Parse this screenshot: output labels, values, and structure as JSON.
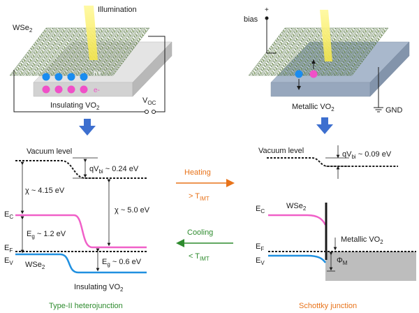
{
  "left_device": {
    "illumination": "Illumination",
    "material_top": "WSe",
    "material_top_sub": "2",
    "substrate_label": "Insulating VO",
    "substrate_sub": "2",
    "voc_main": "V",
    "voc_sub": "OC",
    "hole_symbol": "h+",
    "electron_symbol": "e-"
  },
  "right_device": {
    "bias": "bias",
    "substrate_label": "Metallic VO",
    "substrate_sub": "2",
    "gnd": "GND",
    "plus": "+"
  },
  "left_band": {
    "vacuum_level": "Vacuum level",
    "qvbi_main": "qV",
    "qvbi_sub": "bi",
    "qvbi_val": " ~ 0.24 eV",
    "chi_left": "χ ~ 4.15 eV",
    "chi_right": "χ ~ 5.0 eV",
    "ec": "E",
    "ec_sub": "C",
    "ef": "E",
    "ef_sub": "F",
    "ev": "E",
    "ev_sub": "V",
    "eg_left_main": "E",
    "eg_left_sub": "g",
    "eg_left_val": " ~ 1.2 eV",
    "eg_right_main": "E",
    "eg_right_sub": "g",
    "eg_right_val": " ~ 0.6 eV",
    "wse2": "WSe",
    "wse2_sub": "2",
    "insulating": "Insulating VO",
    "insulating_sub": "2",
    "caption": "Type-II heterojunction"
  },
  "middle": {
    "heating": "Heating",
    "heating_cond": "> T",
    "heating_sub": "IMT",
    "cooling": "Cooling",
    "cooling_cond": "< T",
    "cooling_sub": "IMT"
  },
  "right_band": {
    "vacuum_level": "Vacuum level",
    "qvbi_main": "qV",
    "qvbi_sub": "bi",
    "qvbi_val": " ~ 0.09 eV",
    "ec": "E",
    "ec_sub": "C",
    "ef": "E",
    "ef_sub": "F",
    "ev": "E",
    "ev_sub": "V",
    "wse2": "WSe",
    "wse2_sub": "2",
    "metallic": "Metallic VO",
    "metallic_sub": "2",
    "phi_main": "Φ",
    "phi_sub": "M",
    "caption": "Schottky junction"
  },
  "colors": {
    "conduction_band": "#f060c8",
    "valence_band": "#2090e0",
    "hole": "#1a8cf0",
    "electron": "#f050c8",
    "arrow_blue": "#3d6fcf",
    "heating": "#e8731a",
    "cooling": "#2e8b2e",
    "metal_fill": "#bdbdbd",
    "insulating_top": "#d9d9d9",
    "metallic_top": "#a9b8cc"
  }
}
